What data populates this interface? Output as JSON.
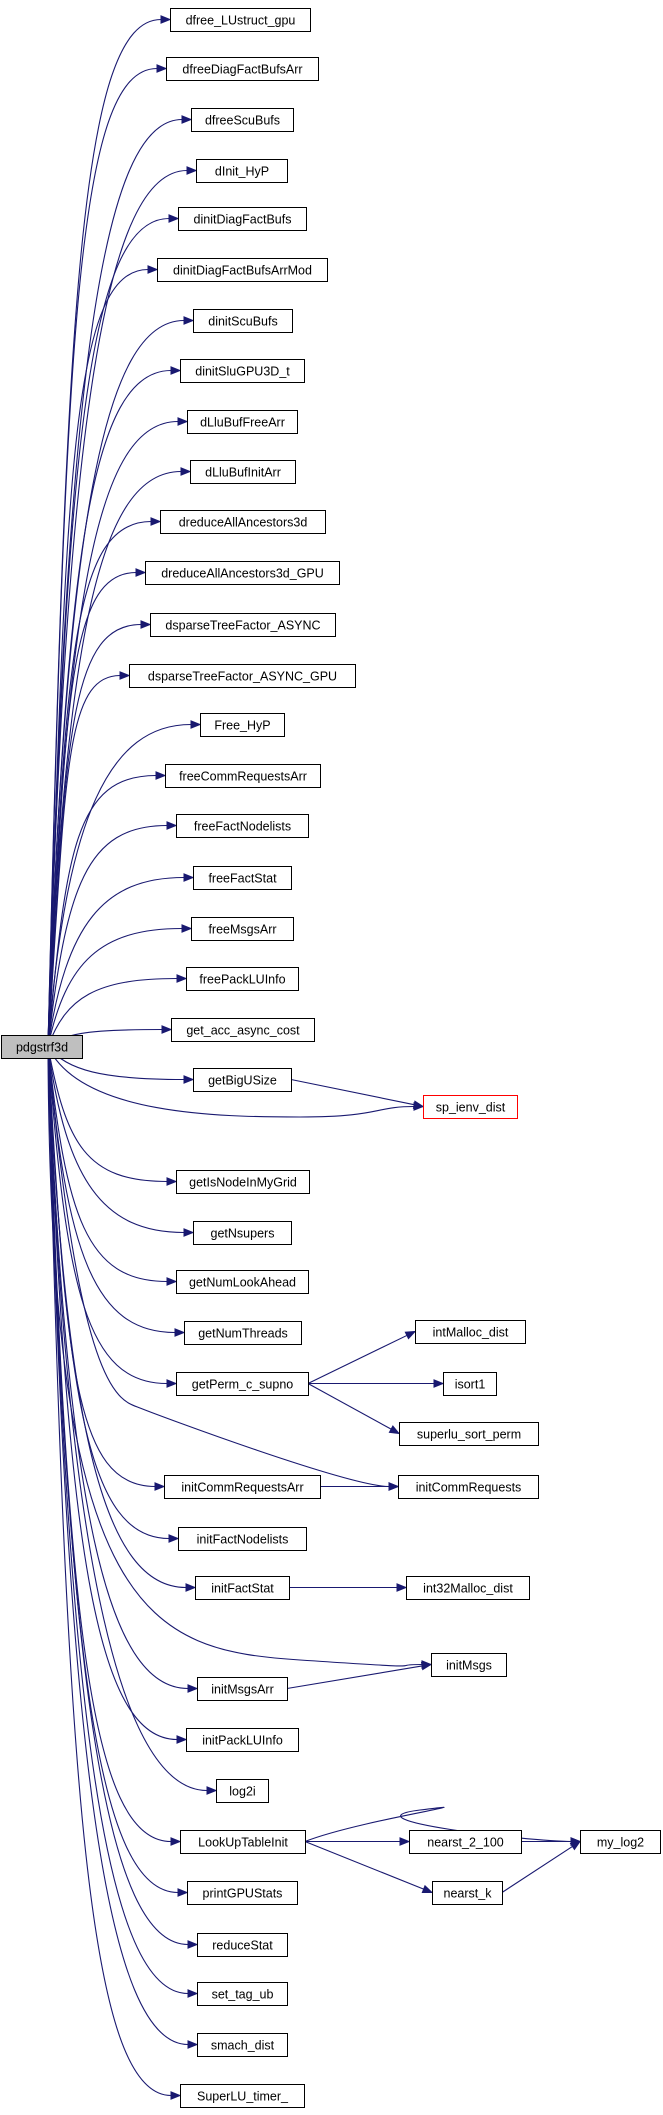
{
  "graph": {
    "root": "pdgstrf3d",
    "nodes": [
      "dfree_LUstruct_gpu",
      "dfreeDiagFactBufsArr",
      "dfreeScuBufs",
      "dInit_HyP",
      "dinitDiagFactBufs",
      "dinitDiagFactBufsArrMod",
      "dinitScuBufs",
      "dinitSluGPU3D_t",
      "dLluBufFreeArr",
      "dLluBufInitArr",
      "dreduceAllAncestors3d",
      "dreduceAllAncestors3d_GPU",
      "dsparseTreeFactor_ASYNC",
      "dsparseTreeFactor_ASYNC_GPU",
      "Free_HyP",
      "freeCommRequestsArr",
      "freeFactNodelists",
      "freeFactStat",
      "freeMsgsArr",
      "freePackLUInfo",
      "get_acc_async_cost",
      "getBigUSize",
      "sp_ienv_dist",
      "getIsNodeInMyGrid",
      "getNsupers",
      "getNumLookAhead",
      "getNumThreads",
      "getPerm_c_supno",
      "intMalloc_dist",
      "isort1",
      "superlu_sort_perm",
      "initCommRequestsArr",
      "initCommRequests",
      "initFactNodelists",
      "initFactStat",
      "int32Malloc_dist",
      "initMsgs",
      "initMsgsArr",
      "initPackLUInfo",
      "log2i",
      "LookUpTableInit",
      "nearst_2_100",
      "my_log2",
      "nearst_k",
      "printGPUStats",
      "reduceStat",
      "set_tag_ub",
      "smach_dist",
      "SuperLU_timer_"
    ],
    "edges": [
      [
        "pdgstrf3d",
        "dfree_LUstruct_gpu"
      ],
      [
        "pdgstrf3d",
        "dfreeDiagFactBufsArr"
      ],
      [
        "pdgstrf3d",
        "dfreeScuBufs"
      ],
      [
        "pdgstrf3d",
        "dInit_HyP"
      ],
      [
        "pdgstrf3d",
        "dinitDiagFactBufs"
      ],
      [
        "pdgstrf3d",
        "dinitDiagFactBufsArrMod"
      ],
      [
        "pdgstrf3d",
        "dinitScuBufs"
      ],
      [
        "pdgstrf3d",
        "dinitSluGPU3D_t"
      ],
      [
        "pdgstrf3d",
        "dLluBufFreeArr"
      ],
      [
        "pdgstrf3d",
        "dLluBufInitArr"
      ],
      [
        "pdgstrf3d",
        "dreduceAllAncestors3d"
      ],
      [
        "pdgstrf3d",
        "dreduceAllAncestors3d_GPU"
      ],
      [
        "pdgstrf3d",
        "dsparseTreeFactor_ASYNC"
      ],
      [
        "pdgstrf3d",
        "dsparseTreeFactor_ASYNC_GPU"
      ],
      [
        "pdgstrf3d",
        "Free_HyP"
      ],
      [
        "pdgstrf3d",
        "freeCommRequestsArr"
      ],
      [
        "pdgstrf3d",
        "freeFactNodelists"
      ],
      [
        "pdgstrf3d",
        "freeFactStat"
      ],
      [
        "pdgstrf3d",
        "freeMsgsArr"
      ],
      [
        "pdgstrf3d",
        "freePackLUInfo"
      ],
      [
        "pdgstrf3d",
        "get_acc_async_cost"
      ],
      [
        "pdgstrf3d",
        "getBigUSize"
      ],
      [
        "pdgstrf3d",
        "sp_ienv_dist"
      ],
      [
        "getBigUSize",
        "sp_ienv_dist"
      ],
      [
        "pdgstrf3d",
        "getIsNodeInMyGrid"
      ],
      [
        "pdgstrf3d",
        "getNsupers"
      ],
      [
        "pdgstrf3d",
        "getNumLookAhead"
      ],
      [
        "pdgstrf3d",
        "getNumThreads"
      ],
      [
        "pdgstrf3d",
        "getPerm_c_supno"
      ],
      [
        "getPerm_c_supno",
        "intMalloc_dist"
      ],
      [
        "getPerm_c_supno",
        "isort1"
      ],
      [
        "getPerm_c_supno",
        "superlu_sort_perm"
      ],
      [
        "pdgstrf3d",
        "initCommRequests"
      ],
      [
        "pdgstrf3d",
        "initCommRequestsArr"
      ],
      [
        "initCommRequestsArr",
        "initCommRequests"
      ],
      [
        "pdgstrf3d",
        "initFactNodelists"
      ],
      [
        "pdgstrf3d",
        "initFactStat"
      ],
      [
        "initFactStat",
        "int32Malloc_dist"
      ],
      [
        "pdgstrf3d",
        "initMsgs"
      ],
      [
        "pdgstrf3d",
        "initMsgsArr"
      ],
      [
        "initMsgsArr",
        "initMsgs"
      ],
      [
        "pdgstrf3d",
        "initPackLUInfo"
      ],
      [
        "pdgstrf3d",
        "log2i"
      ],
      [
        "pdgstrf3d",
        "LookUpTableInit"
      ],
      [
        "LookUpTableInit",
        "my_log2"
      ],
      [
        "LookUpTableInit",
        "nearst_2_100"
      ],
      [
        "LookUpTableInit",
        "nearst_k"
      ],
      [
        "nearst_2_100",
        "my_log2"
      ],
      [
        "nearst_k",
        "my_log2"
      ],
      [
        "pdgstrf3d",
        "printGPUStats"
      ],
      [
        "pdgstrf3d",
        "reduceStat"
      ],
      [
        "pdgstrf3d",
        "set_tag_ub"
      ],
      [
        "pdgstrf3d",
        "smach_dist"
      ],
      [
        "pdgstrf3d",
        "SuperLU_timer_"
      ]
    ],
    "highlighted": [
      "sp_ienv_dist"
    ],
    "colors": {
      "edge": "#191970",
      "root_fill": "#bfbfbf",
      "node_fill": "#ffffff",
      "node_border": "#000000",
      "highlight_border": "#ff0000"
    }
  }
}
